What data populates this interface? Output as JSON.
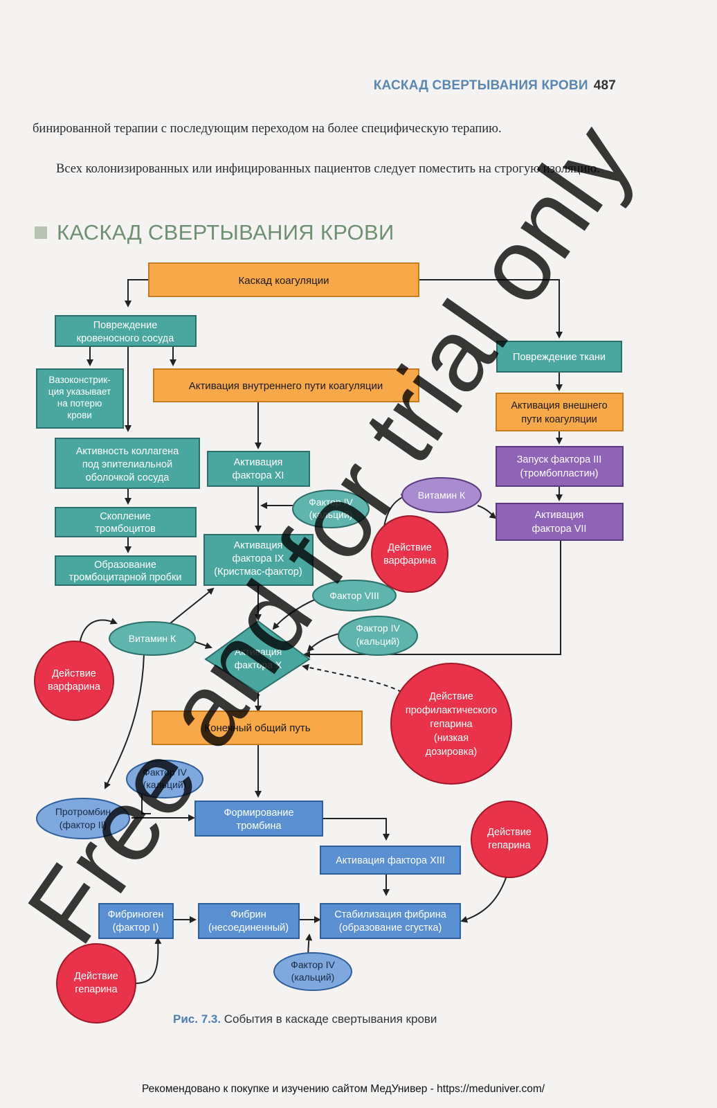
{
  "header": {
    "running_title": "КАСКАД СВЕРТЫВАНИЯ КРОВИ",
    "page_number": "487"
  },
  "paragraphs": [
    "бинированной терапии с последующим переходом на более специфическую терапию.",
    "Всех колонизированных или инфицированных пациентов следует поместить на строгую изоляцию."
  ],
  "section_title": "КАСКАД СВЕРТЫВАНИЯ КРОВИ",
  "colors": {
    "orange": "#f7a94a",
    "teal": "#4aa7a0",
    "purple": "#8f63b6",
    "blue": "#5a8fd1",
    "red": "#e8334a",
    "teal_oval": "#5fb5ad",
    "blue_oval": "#7fa9de",
    "purple_oval": "#a98bd0"
  },
  "diagram": {
    "cascade": [
      "Каскад коагуляции"
    ],
    "vessel_damage": [
      "Повреждение",
      "кровеносного сосуда"
    ],
    "vasoconstriction": [
      "Вазоконстрик-",
      "ция указывает",
      "на потерю",
      "крови"
    ],
    "intrinsic": [
      "Активация внутреннего пути коагуляции"
    ],
    "tissue_damage": [
      "Повреждение ткани"
    ],
    "extrinsic": [
      "Активация внешнего",
      "пути коагуляции"
    ],
    "factor3": [
      "Запуск фактора III",
      "(тромбопластин)"
    ],
    "factor7": [
      "Активация",
      "фактора VII"
    ],
    "collagen": [
      "Активность коллагена",
      "под эпителиальной",
      "оболочкой сосуда"
    ],
    "platelets": [
      "Скопление",
      "тромбоцитов"
    ],
    "plug": [
      "Образование",
      "тромбоцитарной пробки"
    ],
    "factor11": [
      "Активация",
      "фактора XI"
    ],
    "factor9": [
      "Активация",
      "фактора IX",
      "(Кристмас-фактор)"
    ],
    "factor4_a": [
      "Фактор IV",
      "(кальций)"
    ],
    "vitk_top": [
      "Витамин К"
    ],
    "warfarin_top": [
      "Действие",
      "варфарина"
    ],
    "factor8": [
      "Фактор VIII"
    ],
    "factor4_b": [
      "Фактор IV",
      "(кальций)"
    ],
    "vitk_left": [
      "Витамин К"
    ],
    "warfarin_left": [
      "Действие",
      "варфарина"
    ],
    "factor10": [
      "Активация",
      "фактора X"
    ],
    "heparin_prophylactic": [
      "Действие",
      "профилактического",
      "гепарина",
      "(низкая",
      "дозировка)"
    ],
    "common_path": [
      "Конечный общий путь"
    ],
    "factor4_c": [
      "Фактор IV",
      "(кальций)"
    ],
    "prothrombin": [
      "Протромбин",
      "(фактор II)"
    ],
    "thrombin": [
      "Формирование",
      "тромбина"
    ],
    "factor13": [
      "Активация фактора XIII"
    ],
    "heparin_right": [
      "Действие",
      "гепарина"
    ],
    "fibrinogen": [
      "Фибриноген",
      "(фактор I)"
    ],
    "fibrin": [
      "Фибрин",
      "(несоединенный)"
    ],
    "stabilization": [
      "Стабилизация фибрина",
      "(образование сгустка)"
    ],
    "factor4_d": [
      "Фактор IV",
      "(кальций)"
    ],
    "heparin_bottom": [
      "Действие",
      "гепарина"
    ]
  },
  "caption": {
    "label": "Рис. 7.3.",
    "text": "События в каскаде свертывания крови"
  },
  "footer": "Рекомендовано к покупке и изучению сайтом МедУнивер - https://meduniver.com/",
  "watermark": "Free and for trial only"
}
